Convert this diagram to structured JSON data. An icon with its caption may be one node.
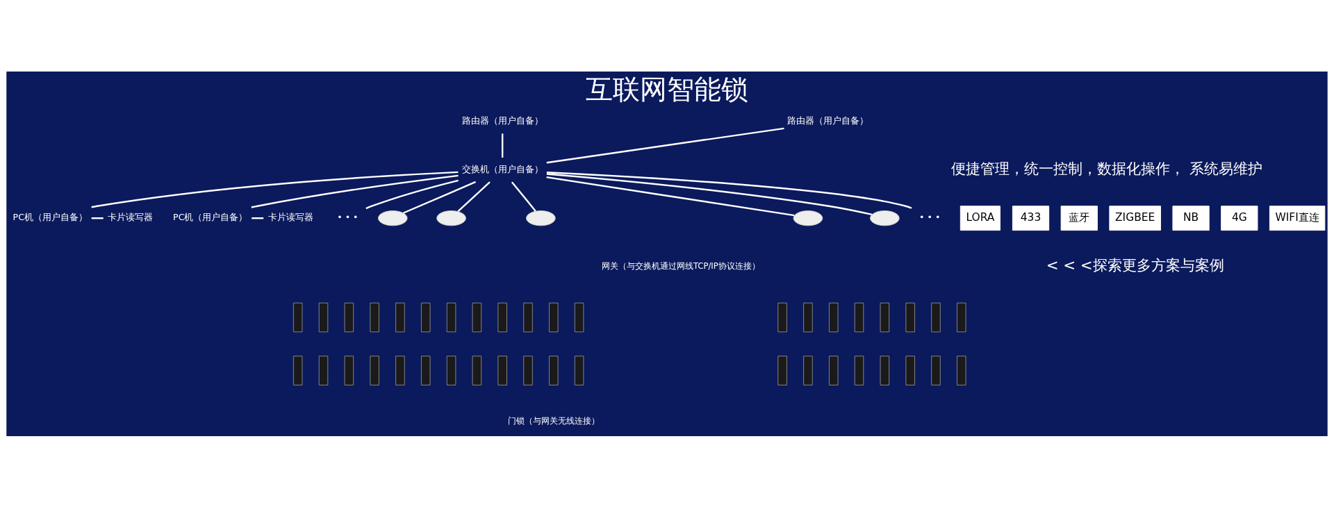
{
  "diagram": {
    "title": "互联网智能锁",
    "nodes": [
      {
        "text": [
          "路由器（用户自备）"
        ]
      },
      {
        "text": [
          "路由器（用户自备）"
        ]
      },
      {
        "text": [
          "交换机（用户自备）"
        ]
      },
      {
        "text": [
          "PC机（用户自备）"
        ]
      },
      {
        "text": [
          "卡片读写器"
        ]
      },
      {
        "text": [
          "PC机（用户自备）"
        ]
      },
      {
        "text": [
          "卡片读写器"
        ]
      },
      {
        "text": [
          "• • •"
        ]
      },
      {
        "text": [],
        "shape": "circle"
      },
      {
        "text": [],
        "shape": "circle"
      },
      {
        "text": [],
        "shape": "circle"
      },
      {
        "text": [],
        "shape": "circle"
      },
      {
        "text": [],
        "shape": "circle"
      },
      {
        "text": [
          "• • •"
        ]
      },
      {
        "text": [],
        "shape": "box"
      },
      {
        "text": [],
        "shape": "box"
      },
      {
        "text": [],
        "shape": "box"
      },
      {
        "text": [],
        "shape": "box"
      },
      {
        "text": [],
        "shape": "box"
      },
      {
        "text": [],
        "shape": "box"
      },
      {
        "text": [],
        "shape": "box"
      },
      {
        "text": [],
        "shape": "box"
      },
      {
        "text": [],
        "shape": "box"
      },
      {
        "text": [],
        "shape": "box"
      },
      {
        "text": [],
        "shape": "box"
      },
      {
        "text": [],
        "shape": "box"
      },
      {
        "text": [],
        "shape": "box"
      },
      {
        "text": [],
        "shape": "box"
      },
      {
        "text": [],
        "shape": "box"
      },
      {
        "text": [],
        "shape": "box"
      },
      {
        "text": [],
        "shape": "box"
      },
      {
        "text": [],
        "shape": "box"
      },
      {
        "text": [],
        "shape": "box"
      },
      {
        "text": [],
        "shape": "box"
      },
      {
        "text": [],
        "shape": "box"
      },
      {
        "text": [],
        "shape": "box"
      },
      {
        "text": [],
        "shape": "box"
      },
      {
        "text": [],
        "shape": "box"
      },
      {
        "text": [],
        "shape": "box"
      },
      {
        "text": [],
        "shape": "box"
      },
      {
        "text": [],
        "shape": "box"
      },
      {
        "text": [],
        "shape": "box"
      },
      {
        "text": [],
        "shape": "box"
      },
      {
        "text": [],
        "shape": "box"
      },
      {
        "text": [],
        "shape": "box"
      },
      {
        "text": [],
        "shape": "box"
      },
      {
        "text": [],
        "shape": "box"
      },
      {
        "text": [],
        "shape": "box"
      },
      {
        "text": [],
        "shape": "box"
      },
      {
        "text": [],
        "shape": "box"
      },
      {
        "text": [],
        "shape": "box"
      },
      {
        "text": [],
        "shape": "box"
      },
      {
        "text": [],
        "shape": "box"
      },
      {
        "text": [],
        "shape": "box"
      },
      {
        "text": [
          "LORA"
        ]
      },
      {
        "text": [
          "433"
        ]
      },
      {
        "text": [
          "蓝牙"
        ]
      },
      {
        "text": [
          "ZIGBEE"
        ]
      },
      {
        "text": [
          "NB"
        ]
      },
      {
        "text": [
          "4G"
        ]
      },
      {
        "text": [
          "WIFI直连"
        ]
      }
    ],
    "edges": [
      {
        "from": 0,
        "to": 2,
        "arrow": "none"
      },
      {
        "from": 1,
        "to": 2,
        "arrow": "none"
      },
      {
        "from": 2,
        "to": 3,
        "arrow": "none"
      },
      {
        "from": 3,
        "to": 4,
        "arrow": "none"
      },
      {
        "from": 2,
        "to": 5,
        "arrow": "none"
      },
      {
        "from": 5,
        "to": 6,
        "arrow": "none"
      },
      {
        "from": 2,
        "to": 7,
        "arrow": "none"
      },
      {
        "from": 2,
        "to": 8,
        "arrow": "none"
      },
      {
        "from": 2,
        "to": 9,
        "arrow": "none"
      },
      {
        "from": 2,
        "to": 10,
        "arrow": "none"
      },
      {
        "from": 2,
        "to": 11,
        "arrow": "none"
      },
      {
        "from": 2,
        "to": 12,
        "arrow": "none"
      },
      {
        "from": 2,
        "to": 13,
        "arrow": "none"
      }
    ],
    "labels": [
      "网关（与交换机通过网线TCP/IP协议连接）",
      "门锁（与网关无线连接）",
      "便捷管理，统一控制，数据化操作， 系统易维护",
      "< < <探索更多方案与案例"
    ]
  }
}
